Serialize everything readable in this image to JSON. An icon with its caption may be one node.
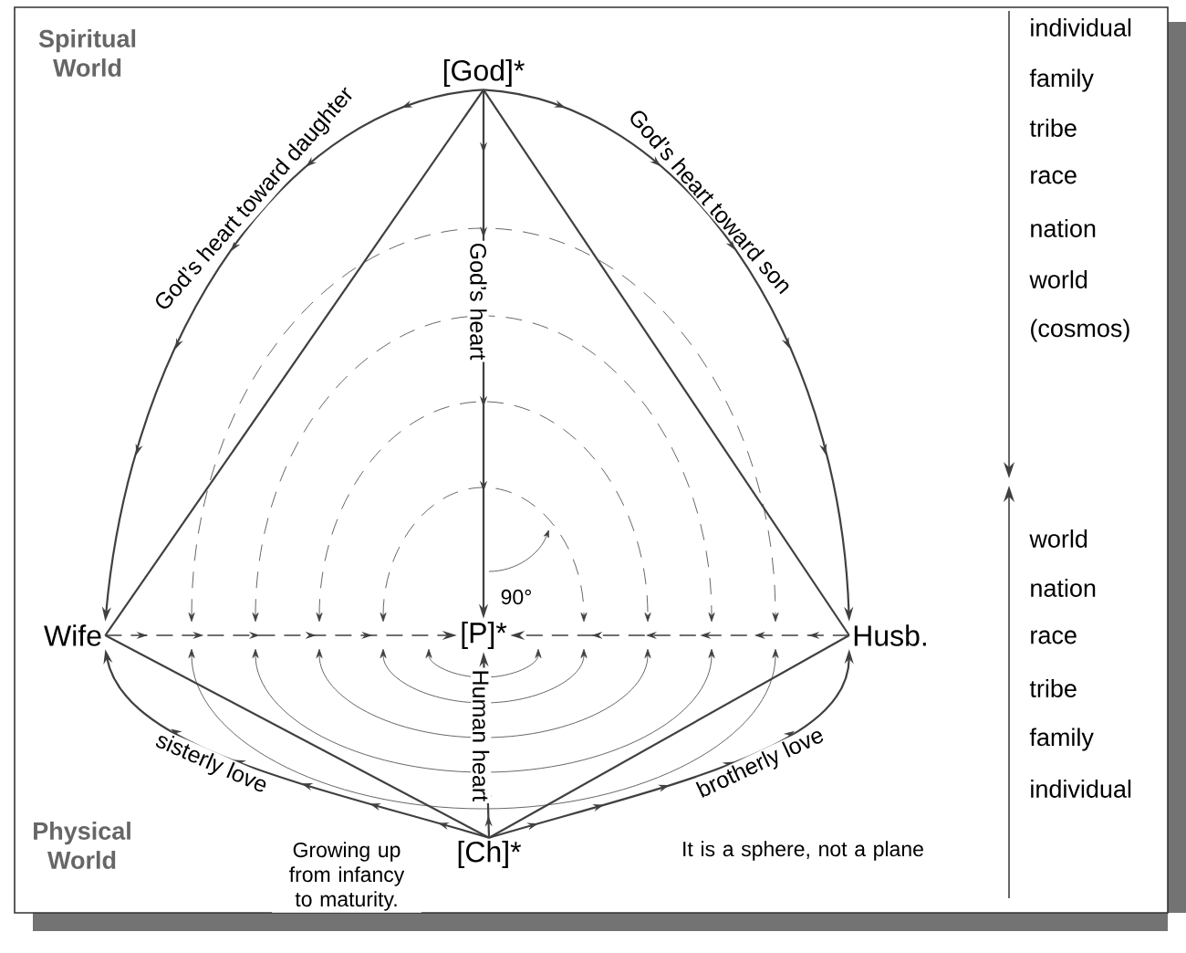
{
  "diagram": {
    "nodes": [
      {
        "text": [
          "[God]*"
        ]
      },
      {
        "text": [
          "Wife"
        ]
      },
      {
        "text": [
          "[P]*"
        ]
      },
      {
        "text": [
          "Husb."
        ]
      },
      {
        "text": [
          "[Ch]*"
        ]
      }
    ],
    "edges": [
      {
        "from": 0,
        "to": 1,
        "arrow": "to",
        "label": "God’s heart toward daughter"
      },
      {
        "from": 0,
        "to": 3,
        "arrow": "to",
        "label": "God’s heart toward son"
      },
      {
        "from": 0,
        "to": 2,
        "arrow": "to",
        "label": "God’s heart"
      },
      {
        "from": 4,
        "to": 2,
        "arrow": "to",
        "label": "Human heart"
      },
      {
        "from": 4,
        "to": 1,
        "arrow": "to",
        "label": "sisterly love"
      },
      {
        "from": 4,
        "to": 3,
        "arrow": "to",
        "label": "brotherly love"
      },
      {
        "from": 1,
        "to": 2,
        "arrow": "to",
        "style": "dashed"
      },
      {
        "from": 3,
        "to": 2,
        "arrow": "to",
        "style": "dashed"
      },
      {
        "from": 0,
        "to": 1,
        "arrow": "none"
      },
      {
        "from": 0,
        "to": 3,
        "arrow": "none"
      },
      {
        "from": 4,
        "to": 1,
        "arrow": "none"
      },
      {
        "from": 4,
        "to": 3,
        "arrow": "none"
      }
    ],
    "labels": [
      "Spiritual World",
      "Physical World",
      "Growing up from infancy to maturity.",
      "It is a sphere, not a plane",
      "90°",
      "individual",
      "family",
      "tribe",
      "race",
      "nation",
      "world",
      "(cosmos)",
      "world",
      "nation",
      "race",
      "tribe",
      "family",
      "individual"
    ]
  }
}
